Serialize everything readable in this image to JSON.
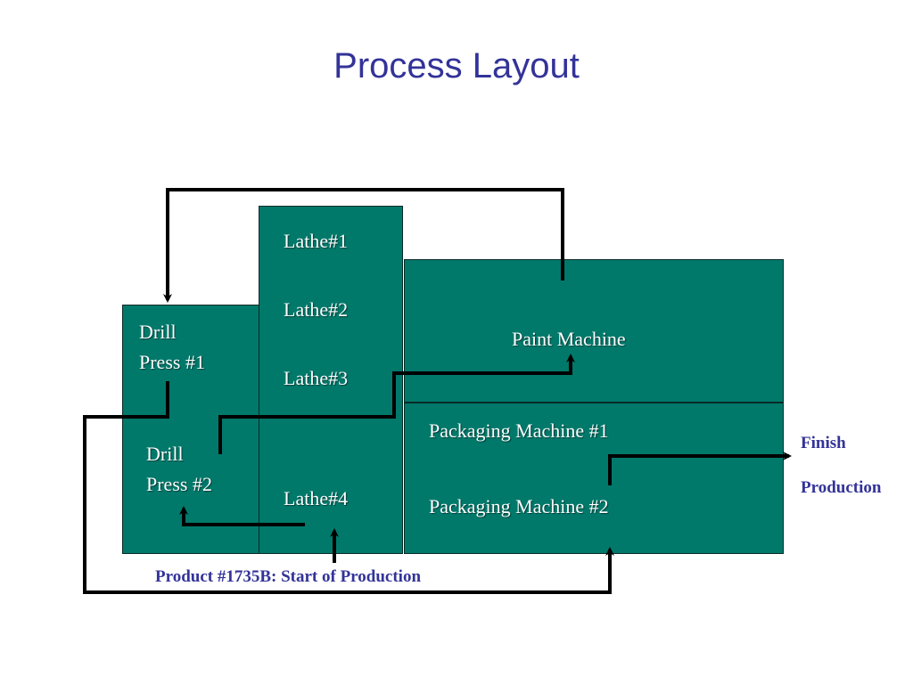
{
  "slide": {
    "title": "Process Layout"
  },
  "stations": {
    "drill_press_1": {
      "line1": "Drill",
      "line2": "Press #1"
    },
    "drill_press_2": {
      "line1": "Drill",
      "line2": "Press #2"
    },
    "lathe_1": "Lathe#1",
    "lathe_2": "Lathe#2",
    "lathe_3": "Lathe#3",
    "lathe_4": "Lathe#4",
    "paint_machine": "Paint Machine",
    "packaging_machine_1": "Packaging Machine #1",
    "packaging_machine_2": "Packaging Machine #2"
  },
  "annotations": {
    "start": "Product #1735B: Start of  Production",
    "finish_line1": "Finish",
    "finish_line2": "Production"
  },
  "colors": {
    "block": "#00796b",
    "title": "#333399",
    "annotation": "#333399",
    "flow": "#000000"
  }
}
